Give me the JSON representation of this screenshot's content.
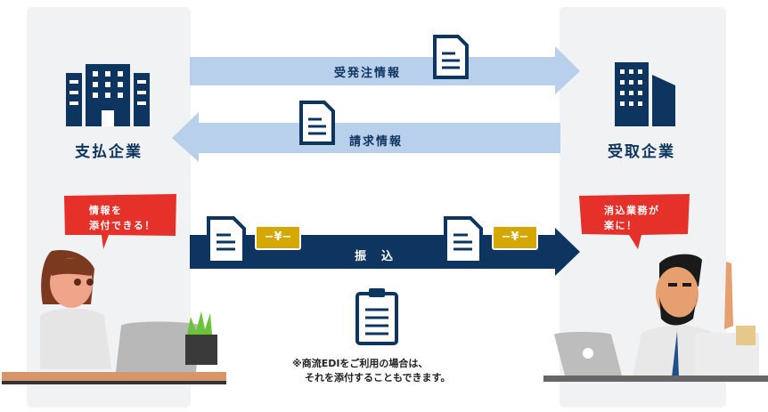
{
  "parties": {
    "payer": "支払企業",
    "payee": "受取企業"
  },
  "flows": [
    {
      "label": "受発注情報",
      "direction": "right"
    },
    {
      "label": "請求情報",
      "direction": "left"
    },
    {
      "label": "振　込",
      "direction": "right"
    }
  ],
  "bubbles": {
    "payer": [
      "情報を",
      "添付できる！"
    ],
    "payee": [
      "消込業務が",
      "楽に！"
    ]
  },
  "yen_symbol": "−¥−",
  "note": [
    "※商流EDIをご利用の場合は、",
    "それを添付することもできます。"
  ],
  "colors": {
    "navy": "#0d3560",
    "light_arrow": "#b9d0ec",
    "bubble_red": "#e5312a",
    "yen_gold": "#d4a800"
  }
}
